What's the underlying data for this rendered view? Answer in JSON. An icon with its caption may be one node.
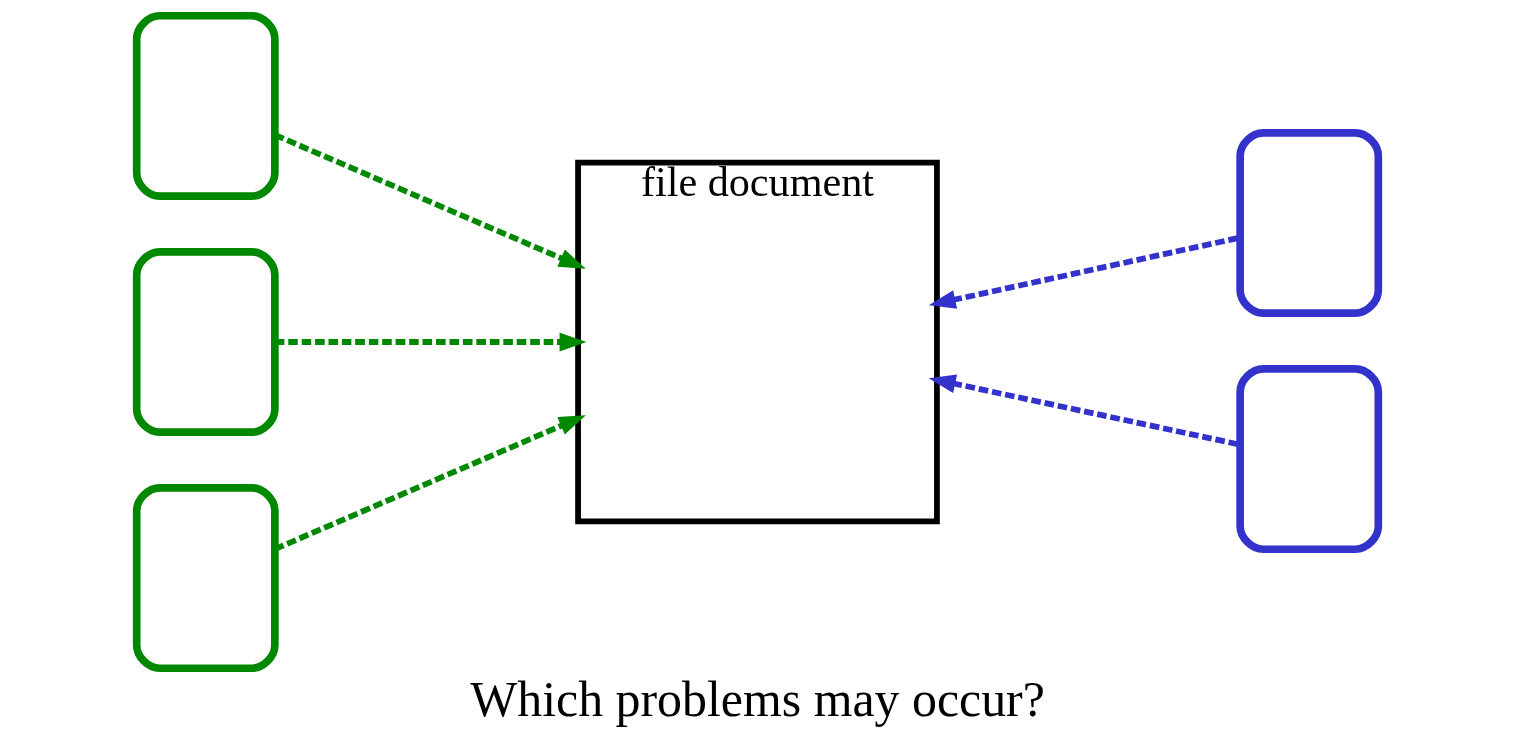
{
  "diagram": {
    "caption": "Which problems may occur?",
    "nodes": [
      {
        "text": [],
        "shape": "wave"
      },
      {
        "text": [],
        "shape": "wave"
      },
      {
        "text": [],
        "shape": "wave"
      },
      {
        "text": [
          "file document"
        ]
      },
      {
        "text": [],
        "shape": "wave"
      },
      {
        "text": [],
        "shape": "wave"
      }
    ],
    "edges": [
      {
        "from": 0,
        "to": 3,
        "arrow": "to",
        "style": "dashed",
        "color": "#008800"
      },
      {
        "from": 1,
        "to": 3,
        "arrow": "to",
        "style": "dashed",
        "color": "#008800"
      },
      {
        "from": 2,
        "to": 3,
        "arrow": "to",
        "style": "dashed",
        "color": "#008800"
      },
      {
        "from": 4,
        "to": 3,
        "arrow": "to",
        "style": "dashed",
        "color": "#3333cc"
      },
      {
        "from": 5,
        "to": 3,
        "arrow": "to",
        "style": "dashed",
        "color": "#3333cc"
      }
    ]
  }
}
